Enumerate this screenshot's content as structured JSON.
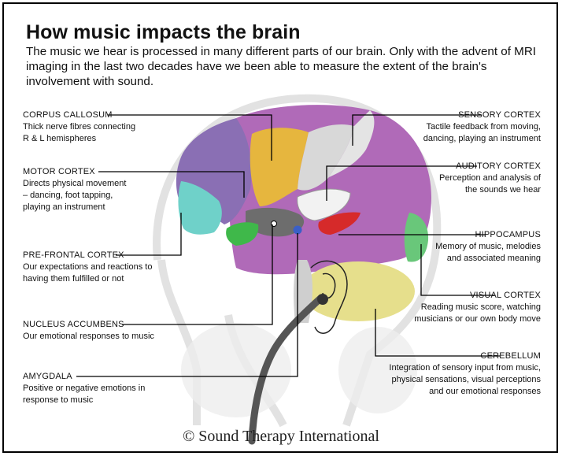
{
  "title": "How music impacts the brain",
  "intro": "The music we hear is processed in many different parts of our brain. Only with the advent of MRI imaging in the last two decades have we been able to measure the extent of the brain's involvement with sound.",
  "labels": {
    "corpus_callosum": {
      "name": "CORPUS CALLOSUM",
      "line1": "Thick nerve fibres connecting",
      "line2": "R & L hemispheres"
    },
    "motor_cortex": {
      "name": "MOTOR CORTEX",
      "line1": "Directs physical movement",
      "line2": "– dancing, foot tapping,",
      "line3": "playing an instrument"
    },
    "prefrontal_cortex": {
      "name": "PRE-FRONTAL CORTEX",
      "line1": "Our expectations and reactions to",
      "line2": "having them fulfilled or not"
    },
    "nucleus_accumbens": {
      "name": "NUCLEUS ACCUMBENS",
      "line1": "Our emotional responses to music"
    },
    "amygdala": {
      "name": "AMYGDALA",
      "line1": "Positive or negative emotions in",
      "line2": "response to music"
    },
    "sensory_cortex": {
      "name": "SENSORY CORTEX",
      "line1": "Tactile feedback from moving,",
      "line2": "dancing, playing an instrument"
    },
    "auditory_cortex": {
      "name": "AUDITORY CORTEX",
      "line1": "Perception and analysis of",
      "line2": "the sounds we hear"
    },
    "hippocampus": {
      "name": "HIPPOCAMPUS",
      "line1": "Memory of music, melodies",
      "line2": "and associated meaning"
    },
    "visual_cortex": {
      "name": "VISUAL CORTEX",
      "line1": "Reading music score, watching",
      "line2": "musicians or our own body move"
    },
    "cerebellum": {
      "name": "CEREBELLUM",
      "line1": "Integration of sensory input from music,",
      "line2": "physical sensations, visual perceptions",
      "line3": "and our emotional responses"
    }
  },
  "credit": "© Sound Therapy International",
  "colors": {
    "frontal_purple": "#8a6fb4",
    "parietal_magenta": "#b06ab8",
    "corpus_callosum_orange": "#e6b63e",
    "prefrontal_cyan": "#6fd1c9",
    "sensory_gray": "#d8d8d8",
    "hippocampus_red": "#d62a2a",
    "cerebellum_yellow": "#e6df8c",
    "visual_green": "#69c77a",
    "nucleus_green": "#3fb84a",
    "amygdala_blue": "#3a5fc7"
  }
}
